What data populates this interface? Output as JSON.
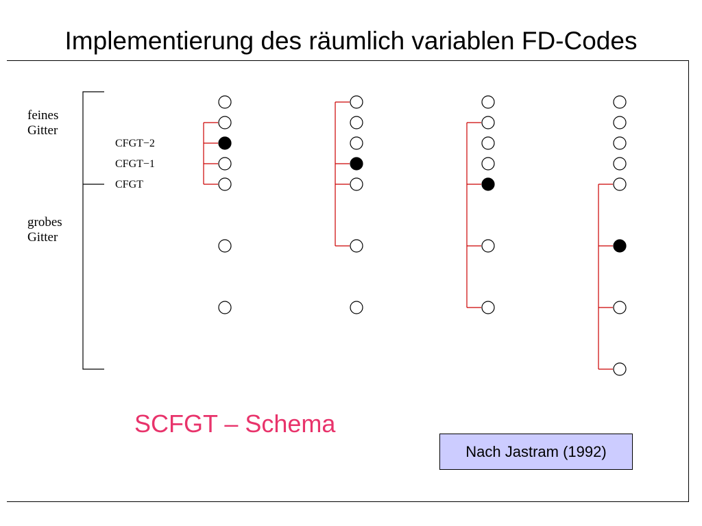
{
  "title": "Implementierung des räumlich variablen FD-Codes",
  "labels": {
    "fine_grid": "feines\nGitter",
    "coarse_grid": "grobes\nGitter",
    "cfgt_minus2": "CFGT−2",
    "cfgt_minus1": "CFGT−1",
    "cfgt": "CFGT"
  },
  "caption": "SCFGT – Schema",
  "source": "Nach Jastram (1992)",
  "colors": {
    "caption": "#e8336b",
    "stencil_bracket": "#cc0000",
    "source_box": "#ccccff"
  },
  "diagram": {
    "columns": [
      {
        "filled_level": 3,
        "stencil_levels": [
          2,
          3,
          4,
          5
        ]
      },
      {
        "filled_level": 4,
        "stencil_levels": [
          1,
          4,
          5,
          6
        ]
      },
      {
        "filled_level": 5,
        "stencil_levels": [
          2,
          5,
          6,
          7
        ]
      },
      {
        "filled_level": 6,
        "stencil_levels": [
          5,
          6,
          7,
          8
        ]
      }
    ],
    "levels_per_column": [
      7,
      7,
      7,
      8
    ]
  }
}
